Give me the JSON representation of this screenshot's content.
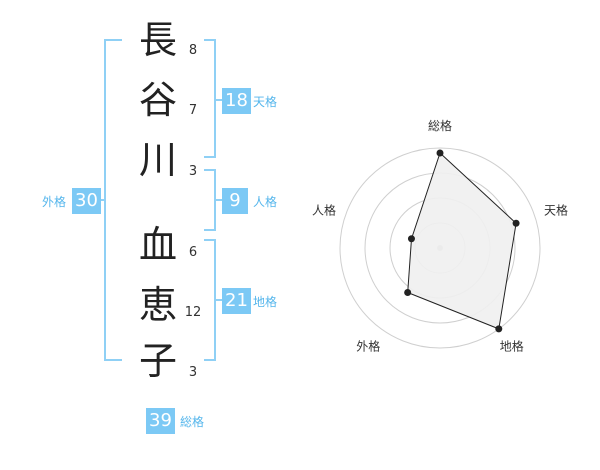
{
  "name": {
    "characters": [
      {
        "char": "長",
        "strokes": "8"
      },
      {
        "char": "谷",
        "strokes": "7"
      },
      {
        "char": "川",
        "strokes": "3"
      },
      {
        "char": "血",
        "strokes": "6"
      },
      {
        "char": "恵",
        "strokes": "12"
      },
      {
        "char": "子",
        "strokes": "3"
      }
    ]
  },
  "scores": {
    "tenkaku": {
      "label": "天格",
      "value": "18"
    },
    "jinkaku": {
      "label": "人格",
      "value": "9"
    },
    "chikaku": {
      "label": "地格",
      "value": "21"
    },
    "gaikaku": {
      "label": "外格",
      "value": "30"
    },
    "soukaku": {
      "label": "総格",
      "value": "39"
    }
  },
  "colors": {
    "accent": "#7cc9f5",
    "accent_text": "#55b6ec",
    "bracket": "#8fd0f5",
    "radar_fill": "#f0f0f0",
    "radar_line": "#222222"
  },
  "chart_data": {
    "type": "radar",
    "axes": [
      "総格",
      "天格",
      "地格",
      "外格",
      "人格"
    ],
    "values": [
      0.95,
      0.8,
      1.0,
      0.55,
      0.3
    ],
    "range": [
      0,
      1
    ],
    "rings": 4
  }
}
